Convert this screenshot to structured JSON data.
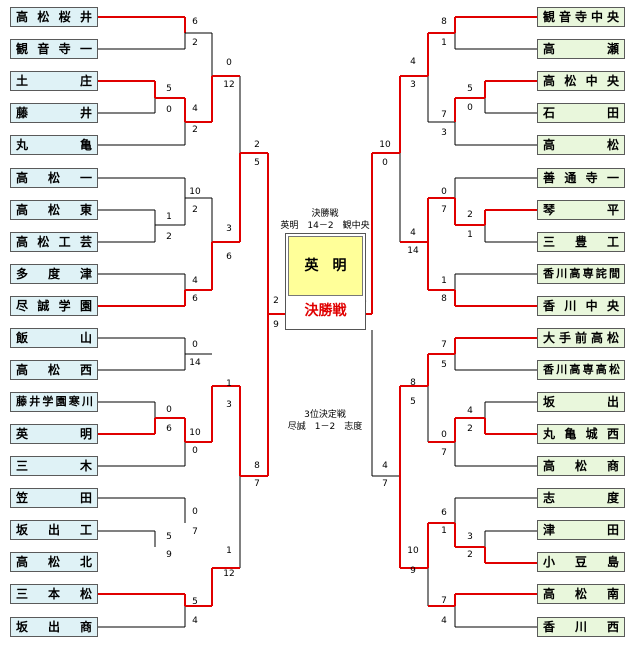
{
  "left_teams": [
    {
      "name": "高松桜井"
    },
    {
      "name": "観音寺一"
    },
    {
      "name": "土　庄"
    },
    {
      "name": "藤　井"
    },
    {
      "name": "丸　亀"
    },
    {
      "name": "高松一"
    },
    {
      "name": "高松東"
    },
    {
      "name": "高松工芸"
    },
    {
      "name": "多度津"
    },
    {
      "name": "尽誠学園"
    },
    {
      "name": "飯　山"
    },
    {
      "name": "高松西"
    },
    {
      "name": "藤井学園寒川"
    },
    {
      "name": "英　明"
    },
    {
      "name": "三　木"
    },
    {
      "name": "笠　田"
    },
    {
      "name": "坂出工"
    },
    {
      "name": "高松北"
    },
    {
      "name": "三本松"
    },
    {
      "name": "坂出商"
    }
  ],
  "right_teams": [
    {
      "name": "観音寺中央"
    },
    {
      "name": "高　瀬"
    },
    {
      "name": "高松中央"
    },
    {
      "name": "石　田"
    },
    {
      "name": "高　松"
    },
    {
      "name": "善通寺一"
    },
    {
      "name": "琴　平"
    },
    {
      "name": "三　豊　工"
    },
    {
      "name": "香川高専詫間"
    },
    {
      "name": "香川中央"
    },
    {
      "name": "大手前高松"
    },
    {
      "name": "香川高専高松"
    },
    {
      "name": "坂　出"
    },
    {
      "name": "丸亀城西"
    },
    {
      "name": "高　松　商"
    },
    {
      "name": "志　度"
    },
    {
      "name": "津　田"
    },
    {
      "name": "小　豆　島"
    },
    {
      "name": "高　松　南"
    },
    {
      "name": "香　川　西"
    }
  ],
  "left_scores": [
    "6",
    "2",
    "5",
    "0",
    "4",
    "2",
    "0",
    "12",
    "10",
    "2",
    "1",
    "2",
    "3",
    "6",
    "4",
    "6",
    "2",
    "5",
    "0",
    "14",
    "0",
    "6",
    "10",
    "0",
    "1",
    "3",
    "0",
    "7",
    "5",
    "9",
    "1",
    "12",
    "5",
    "4",
    "8",
    "7",
    "2",
    "9"
  ],
  "right_scores": [
    "8",
    "1",
    "5",
    "0",
    "7",
    "3",
    "4",
    "3",
    "0",
    "7",
    "2",
    "1",
    "4",
    "14",
    "1",
    "8",
    "10",
    "0",
    "7",
    "5",
    "4",
    "2",
    "0",
    "7",
    "8",
    "5",
    "6",
    "1",
    "3",
    "2",
    "10",
    "9",
    "7",
    "4",
    "4",
    "7",
    "3",
    "2"
  ],
  "final": {
    "winner": "英　明",
    "label": "決勝戦",
    "final_title": "決勝戦",
    "final_result": "英明　14－2　観中央",
    "third_title": "3位決定戦",
    "third_result": "尽誠　1－2　志度"
  },
  "colors": {
    "line": "#000000",
    "winner_line": "#e00000",
    "left_team_bg": "#dff2f6",
    "right_team_bg": "#e9f7dc",
    "winner_box_bg": "#ffff99",
    "final_label": "#e00000"
  }
}
